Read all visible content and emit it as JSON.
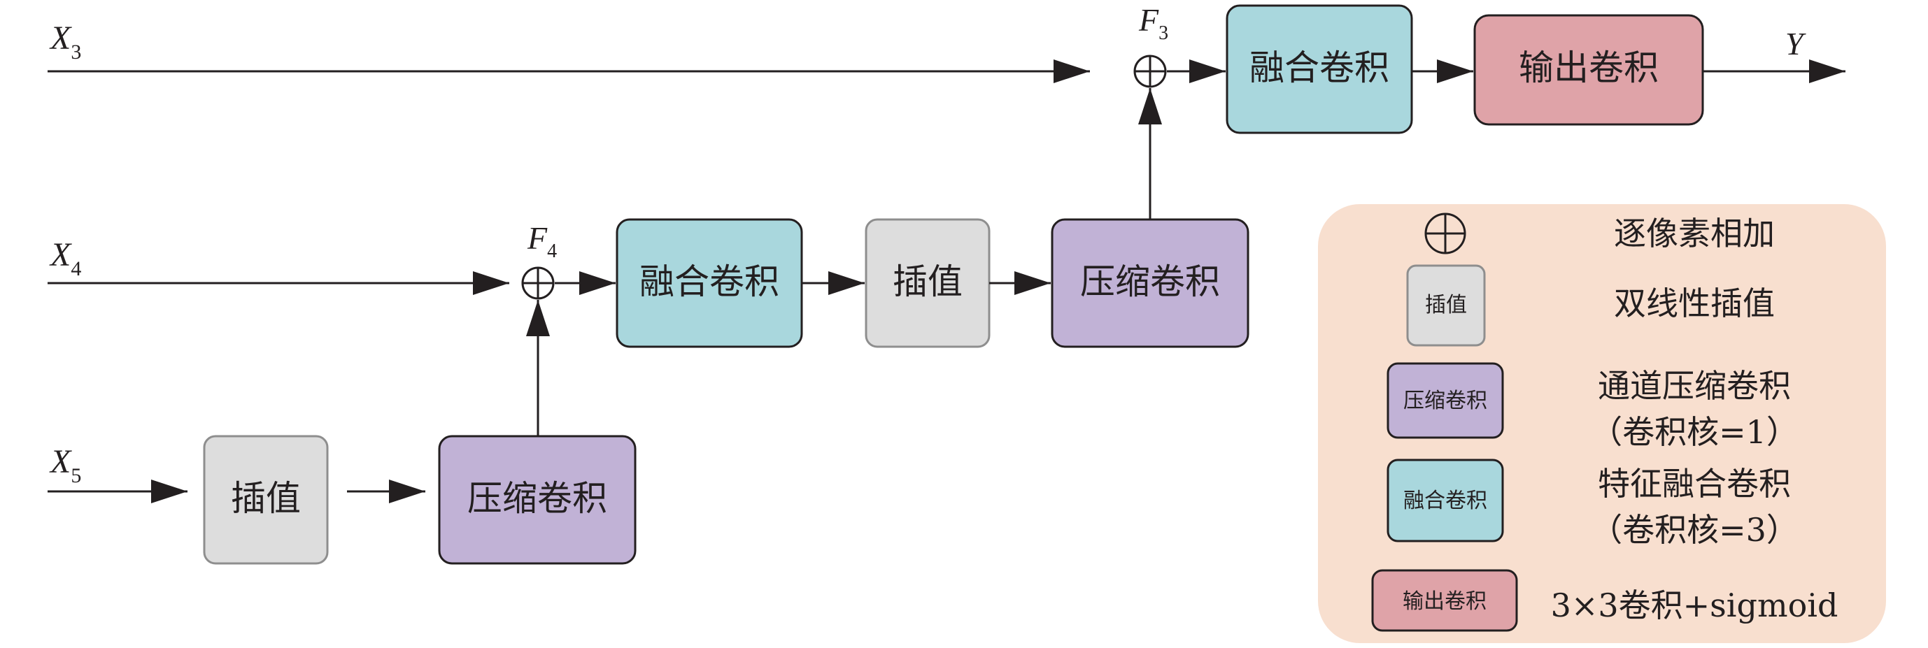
{
  "colors": {
    "line": "#231f20",
    "fusion": "#a9d7dd",
    "interp": "#dddddd",
    "compress": "#c1b2d6",
    "output": "#dfa3a8",
    "legend_bg": "#f8dfcf"
  },
  "inputs": {
    "x3": {
      "base": "X",
      "sub": "3"
    },
    "x4": {
      "base": "X",
      "sub": "4"
    },
    "x5": {
      "base": "X",
      "sub": "5"
    }
  },
  "sums": {
    "f3": {
      "base": "F",
      "sub": "3"
    },
    "f4": {
      "base": "F",
      "sub": "4"
    }
  },
  "output_label": "Y",
  "blocks": {
    "interp": "插值",
    "compress": "压缩卷积",
    "fusion": "融合卷积",
    "output": "输出卷积"
  },
  "legend": {
    "add": "逐像素相加",
    "interp": "双线性插值",
    "compress_line1": "通道压缩卷积",
    "compress_line2": "（卷积核=1）",
    "fusion_line1": "特征融合卷积",
    "fusion_line2": "（卷积核=3）",
    "output": "3×3卷积+sigmoid"
  }
}
